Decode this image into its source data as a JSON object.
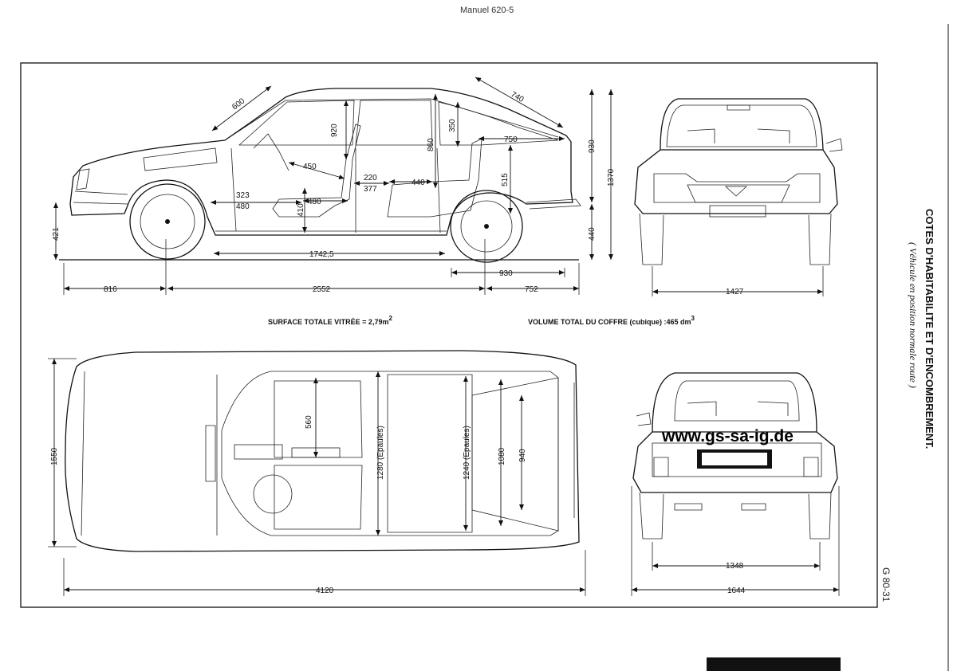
{
  "header": {
    "manual": "Manuel 620-5"
  },
  "side_panel": {
    "title": "COTES D'HABITABILITE ET D'ENCOMBREMENT.",
    "subtitle": "( Véhicule en position normale route )",
    "reference": "G 80-31"
  },
  "watermark": "www.gs-sa-ig.de",
  "captions": {
    "glass_area": "SURFACE TOTALE VITRÉE = 2,79m",
    "glass_sup": "2",
    "boot_volume": "VOLUME TOTAL DU COFFRE (cubique) :465 dm",
    "boot_sup": "3"
  },
  "dimensions": {
    "side": {
      "windscreen": "600",
      "rear_window": "740",
      "front_headroom": "920",
      "rear_headroom": "860",
      "rear_glass_height": "350",
      "boot_length": "750",
      "boot_depth": "515",
      "roof_height": "930",
      "overall_height": "1370",
      "sill_height": "440",
      "front_height": "421",
      "seat_depth": "450",
      "seat_offset": "323",
      "cushion_length": "480",
      "seat_track": "480",
      "seat_height": "410",
      "knee_room_a": "220",
      "knee_room_b": "377",
      "rear_legroom": "440",
      "cabin_length": "1742,5",
      "rear_overhang_part": "930",
      "front_overhang": "816",
      "wheelbase": "2552",
      "rear_overhang": "752"
    },
    "front": {
      "track": "1427"
    },
    "top": {
      "width": "1550",
      "seat_width": "560",
      "front_shoulder": "1280 (Epaules)",
      "rear_shoulder": "1240 (Epaules)",
      "boot_width_a": "1080",
      "boot_width_b": "940",
      "overall_length": "4120"
    },
    "rear": {
      "track": "1348",
      "overall_width": "1644"
    }
  }
}
